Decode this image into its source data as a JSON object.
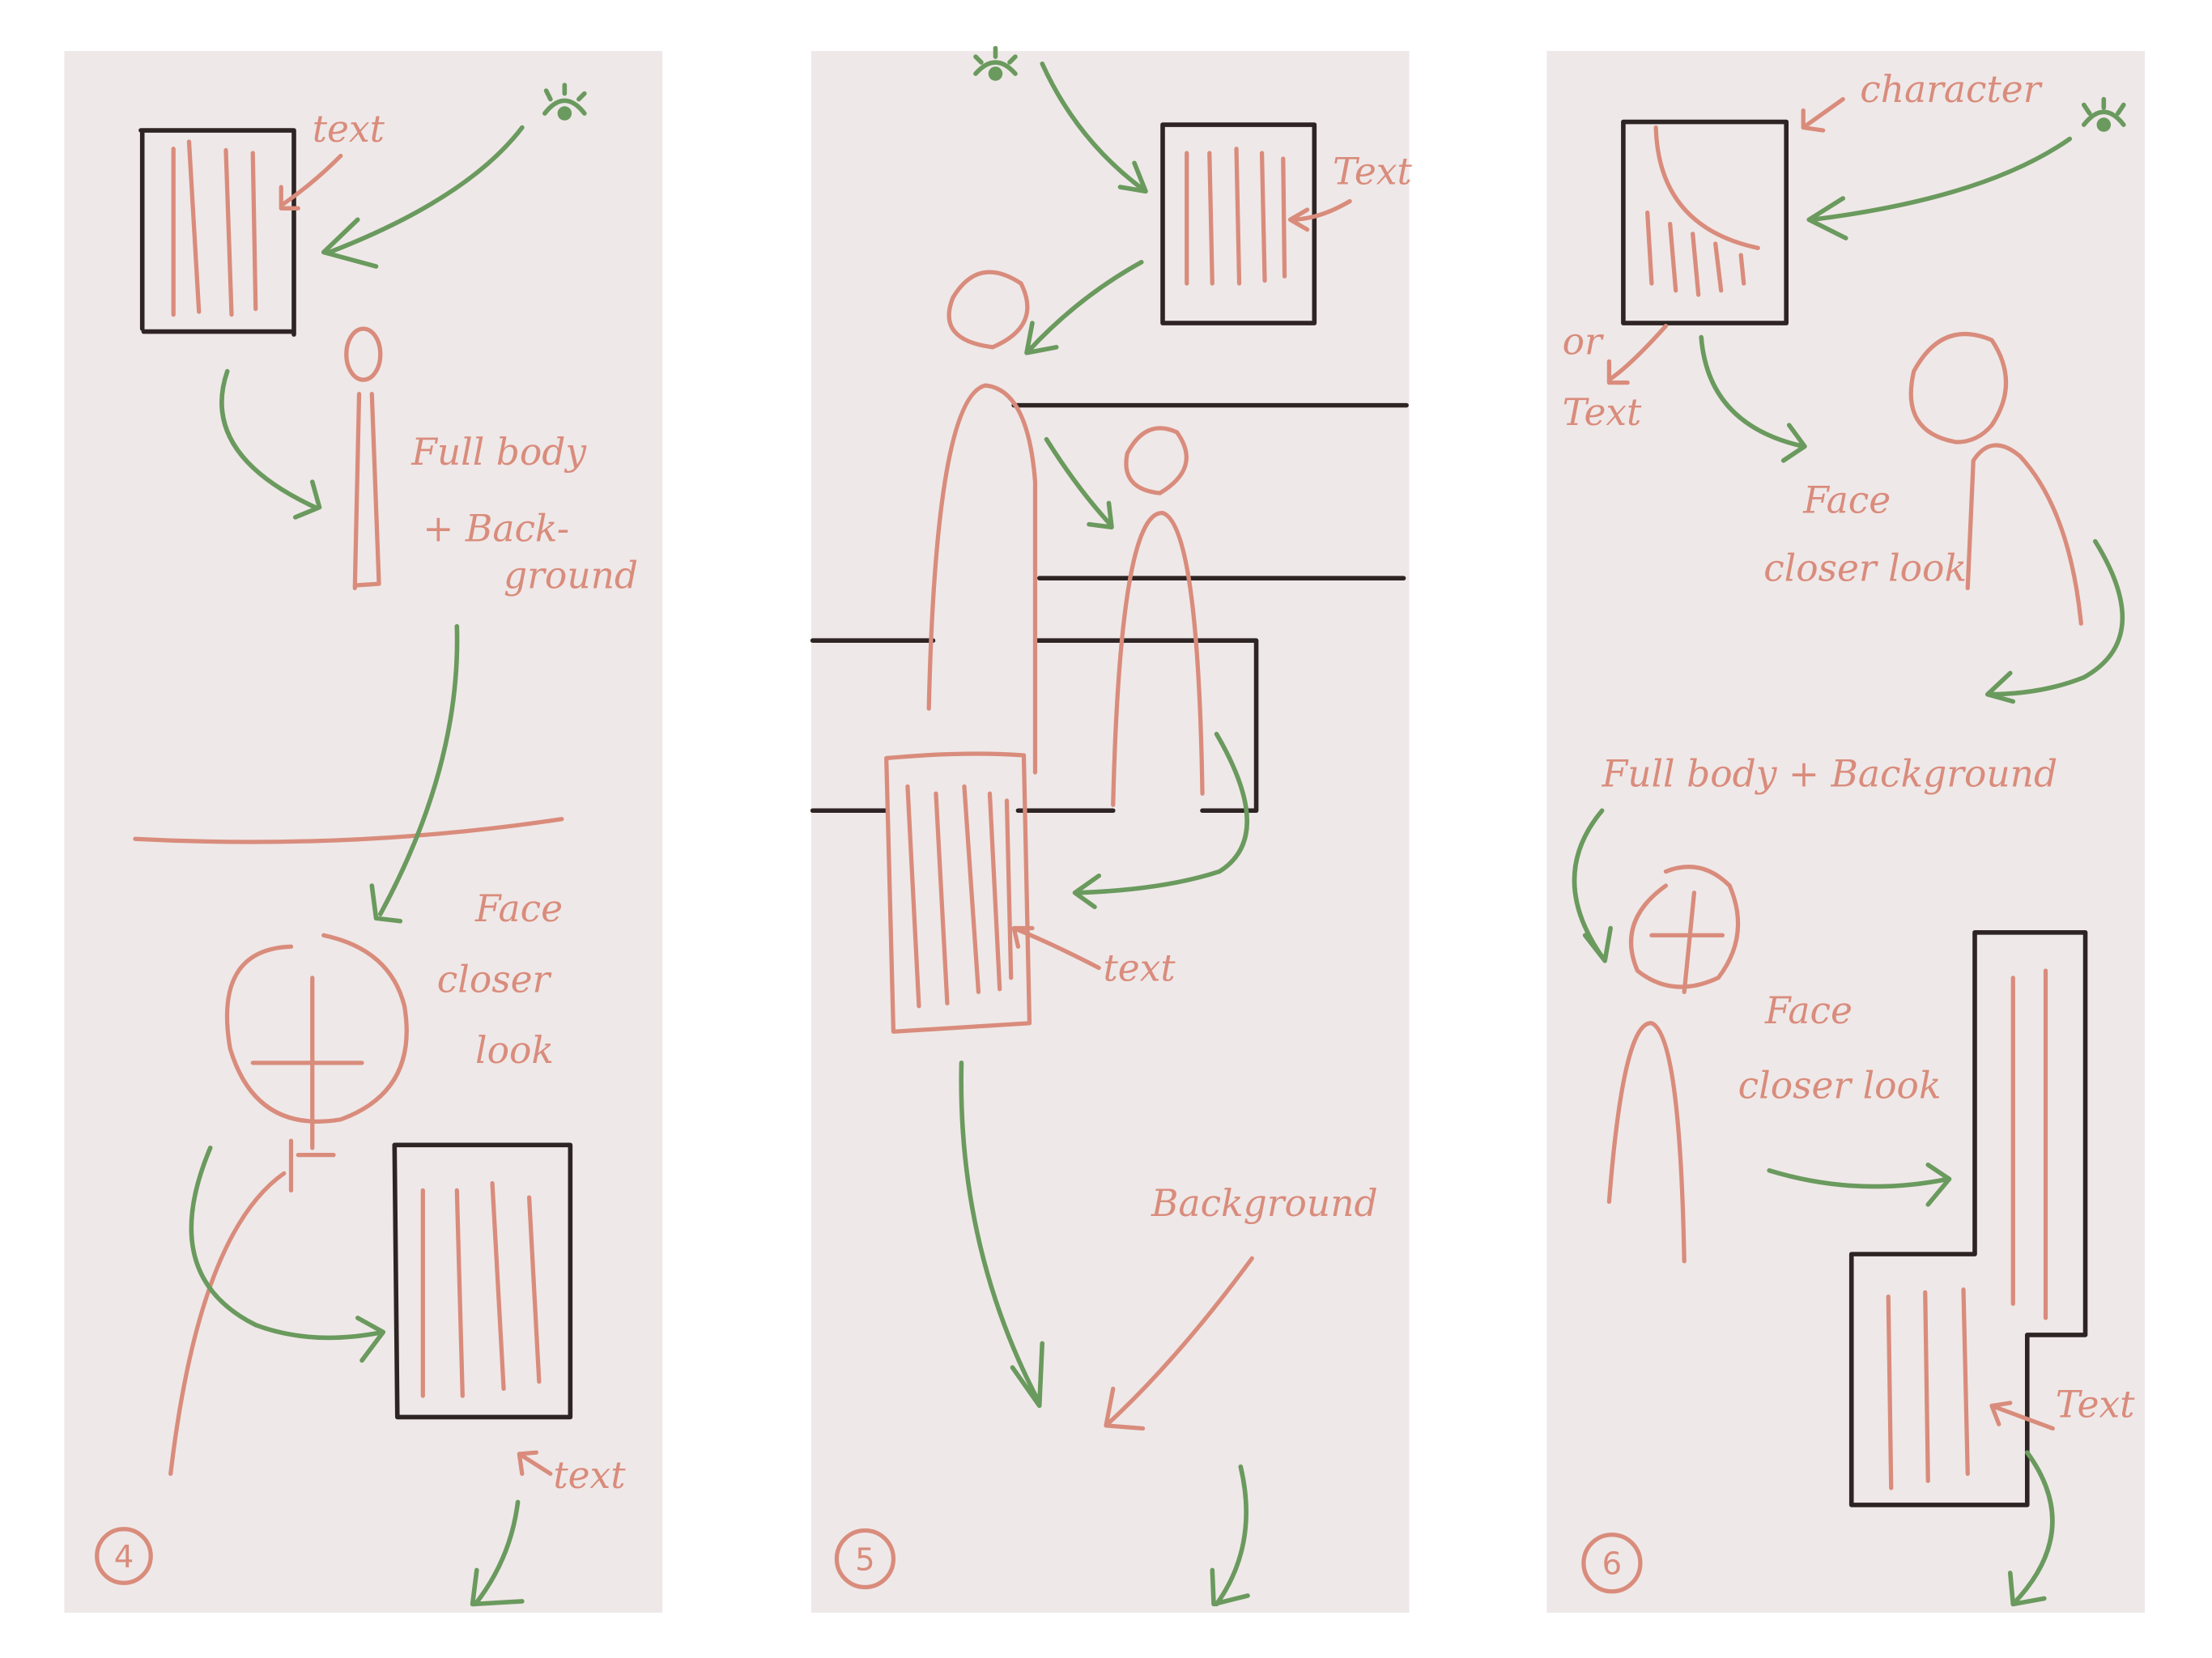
{
  "colors": {
    "background": "#ffffff",
    "panel": "#efe8e8",
    "sketch": "#d98c7c",
    "arrow": "#6a9a5e",
    "frame": "#2e2424"
  },
  "panels": [
    {
      "number": "4",
      "labels": {
        "text_top": "text",
        "full_body_1": "Full body",
        "full_body_2": "+ Back-",
        "full_body_3": "ground",
        "face_1": "Face",
        "face_2": "closer",
        "face_3": "look",
        "text_bottom": "text"
      }
    },
    {
      "number": "5",
      "labels": {
        "text_top": "Text",
        "text_mid": "text",
        "background": "Background"
      }
    },
    {
      "number": "6",
      "labels": {
        "character": "character",
        "or": "or",
        "text_or": "Text",
        "face_1": "Face",
        "face_2": "closer look",
        "full_body": "Full body + Background",
        "face2_1": "Face",
        "face2_2": "closer look",
        "text_bottom": "Text"
      }
    }
  ]
}
